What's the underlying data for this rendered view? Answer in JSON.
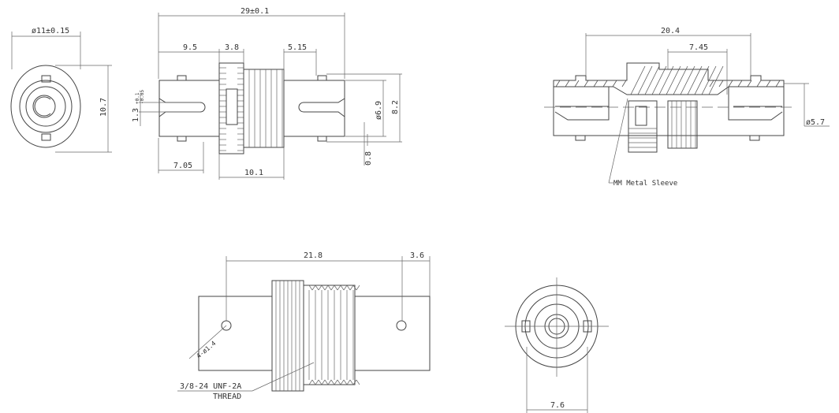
{
  "title": "ST-ST fiber optic adapter drawing",
  "end_view": {
    "diameter": "ø11±0.15",
    "height": "10.7"
  },
  "side_view": {
    "total_length": "29±0.1",
    "d_left": "9.5",
    "d_nut": "3.8",
    "d_right": "5.15",
    "slot_width": "1.3",
    "slot_tol_top": "+0.1",
    "slot_tol_bottom": "-0.05",
    "bore": "ø6.9",
    "height": "8.2",
    "key": "0.8",
    "d_bottom_left": "7.05",
    "d_bottom_mid": "10.1"
  },
  "section_view": {
    "length": "20.4",
    "inner": "7.45",
    "bore": "ø5.7",
    "callout": "MM Metal Sleeve"
  },
  "bottom_view": {
    "length": "21.8",
    "offset": "3.6",
    "holes": "4-ø1.4",
    "thread_line1": "3/8-24 UNF-2A",
    "thread_line2": "THREAD"
  },
  "end_view_2": {
    "width": "7.6"
  }
}
